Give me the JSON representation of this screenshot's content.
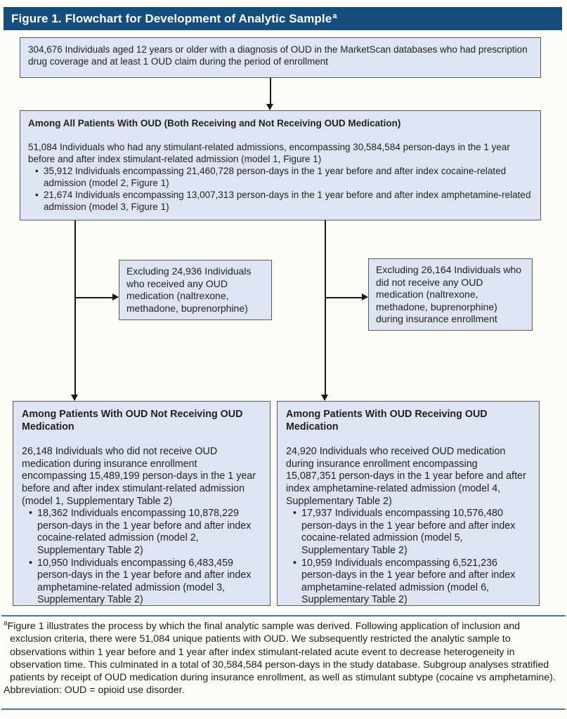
{
  "title": "Figure 1. Flowchart for Development of Analytic Sample",
  "title_superscript": "a",
  "boxes": {
    "top": {
      "text": "304,676 Individuals aged 12 years or older with a diagnosis of OUD in the MarketScan databases who had prescription drug coverage and at least 1 OUD claim during the period of enrollment"
    },
    "all_patients": {
      "heading": "Among All Patients With OUD (Both Receiving and Not Receiving OUD Medication)",
      "body": "51,084 Individuals who had any stimulant-related admissions, encompassing 30,584,584 person-days in the 1 year before and after index stimulant-related admission (model 1, Figure 1)",
      "bullets": [
        "35,912 Individuals encompassing 21,460,728 person-days in the 1 year before and after index cocaine-related admission (model 2, Figure 1)",
        "21,674 Individuals encompassing 13,007,313 person-days in the 1 year before and after index amphetamine-related admission (model 3, Figure 1)"
      ]
    },
    "excluding_left": {
      "text": "Excluding  24,936 Individuals who received any OUD medication (naltrexone, methadone, buprenorphine)"
    },
    "excluding_right": {
      "text": "Excluding  26,164 Individuals who did not receive any OUD medication (naltrexone, methadone, buprenorphine) during insurance enrollment"
    },
    "not_receiving": {
      "heading": "Among Patients With OUD Not Receiving OUD Medication",
      "body": "26,148 Individuals who did not receive OUD medication during insurance enrollment encompassing 15,489,199 person-days in the 1 year before and after index stimulant-related admission (model 1, Supplementary Table 2)",
      "bullets": [
        "18,362 Individuals encompassing 10,878,229 person-days in the 1 year before and after index cocaine-related admission (model 2, Supplementary Table 2)",
        "10,950 Individuals encompassing 6,483,459 person-days in the 1 year before and after index amphetamine-related admission (model 3, Supplementary Table 2)"
      ]
    },
    "receiving": {
      "heading": "Among Patients With OUD Receiving OUD Medication",
      "body": "24,920 Individuals who received OUD medication during insurance enrollment encompassing 15,087,351 person-days in the 1 year before and after index amphetamine-related admission (model 4, Supplementary Table 2)",
      "bullets": [
        "17,937 Individuals encompassing 10,576,480 person-days in the 1 year before and after index cocaine-related admission (model 5, Supplementary Table 2)",
        "10,959 Individuals encompassing 6,521,236 person-days in the 1 year before and after index amphetamine-related admission (model 6, Supplementary Table 2)"
      ]
    }
  },
  "footnote": {
    "superscript": "a",
    "text": "Figure 1 illustrates the process by which the final analytic sample was derived. Following application of inclusion and exclusion criteria, there were 51,084 unique patients with OUD. We subsequently restricted the analytic sample to observations within 1 year before and 1 year after index stimulant-related acute event to decrease heterogeneity in observation time. This culminated in a total of 30,584,584 person-days in the study database. Subgroup analyses stratified patients by receipt of OUD medication during insurance enrollment, as well as stimulant subtype (cocaine vs amphetamine).",
    "abbreviation": "Abbreviation: OUD = opioid use disorder."
  },
  "colors": {
    "header_bg": "#154e7d",
    "header_text": "#ffffff",
    "box_fill": "#dde5f2",
    "box_border": "#58595b",
    "rule": "#47799f",
    "arrow": "#1a1a1a"
  }
}
